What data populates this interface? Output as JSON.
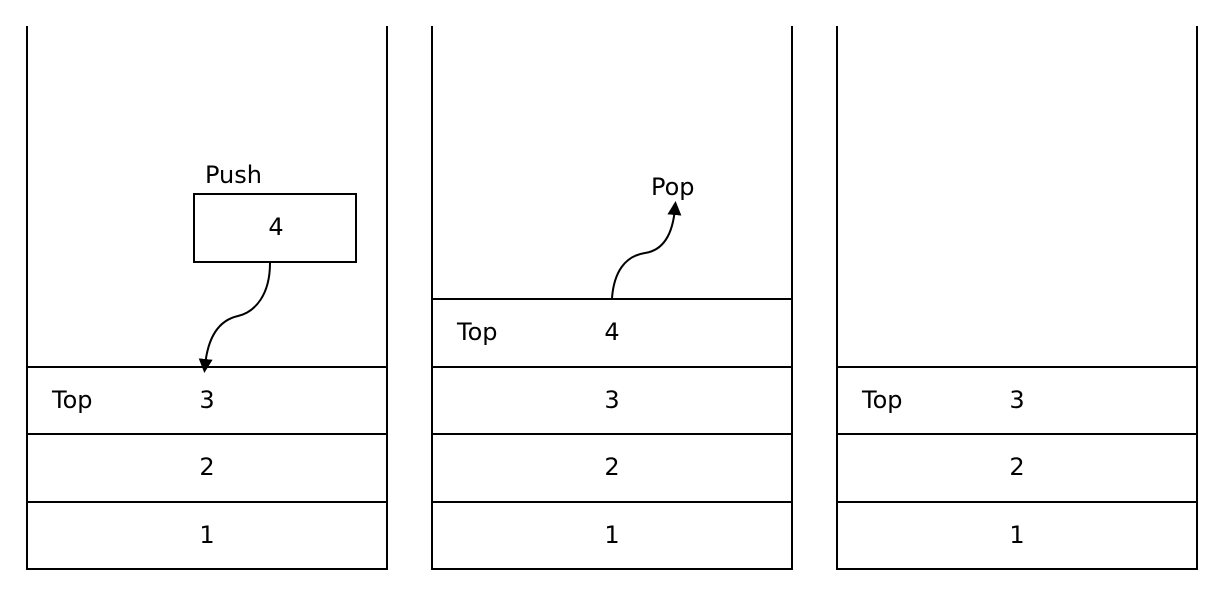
{
  "stacks": [
    {
      "cells": [
        {
          "label": "Top",
          "value": "3"
        },
        {
          "label": "",
          "value": "2"
        },
        {
          "label": "",
          "value": "1"
        }
      ],
      "operation": {
        "name": "Push",
        "value": "4"
      }
    },
    {
      "cells": [
        {
          "label": "Top",
          "value": "4"
        },
        {
          "label": "",
          "value": "3"
        },
        {
          "label": "",
          "value": "2"
        },
        {
          "label": "",
          "value": "1"
        }
      ],
      "operation": {
        "name": "Pop"
      }
    },
    {
      "cells": [
        {
          "label": "Top",
          "value": "3"
        },
        {
          "label": "",
          "value": "2"
        },
        {
          "label": "",
          "value": "1"
        }
      ]
    }
  ]
}
